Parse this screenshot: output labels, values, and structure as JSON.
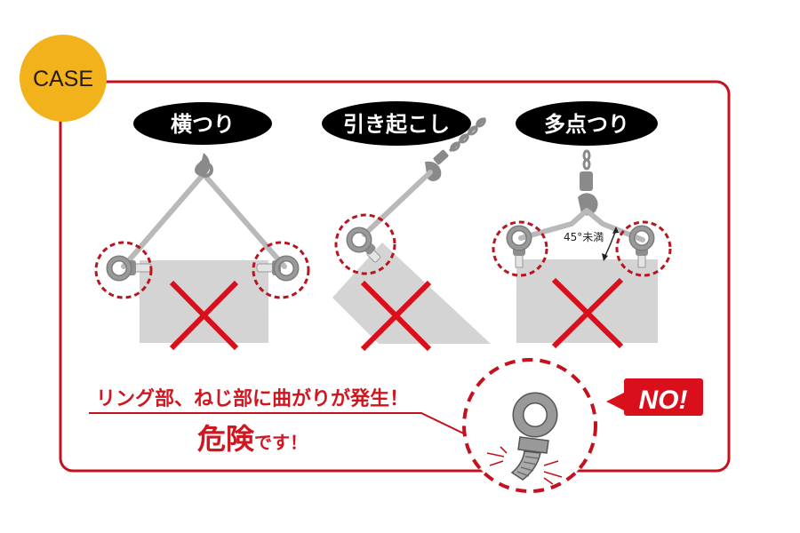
{
  "badge": {
    "label": "CASE",
    "color": "#f2b21b"
  },
  "colors": {
    "frame": "#c3111d",
    "accent_red": "#d9101c",
    "dashed_circle": "#b8161f",
    "load_gray": "#d4d4d4",
    "sling_gray": "#b9b9b9",
    "hardware_gray": "#8a8a8a",
    "pill_black": "#000000"
  },
  "panels": [
    {
      "id": "horizontal-lift",
      "title": "横つり",
      "status": "prohibited"
    },
    {
      "id": "pull-up",
      "title": "引き起こし",
      "status": "prohibited"
    },
    {
      "id": "multi-point-lift",
      "title": "多点つり",
      "status": "prohibited",
      "angle_label": "45°未満"
    }
  ],
  "warning": {
    "line1": "リング部、ねじ部に曲がりが発生！",
    "line2_strong": "危険",
    "line2_rest": "です！"
  },
  "callout": {
    "label": "NO!"
  }
}
